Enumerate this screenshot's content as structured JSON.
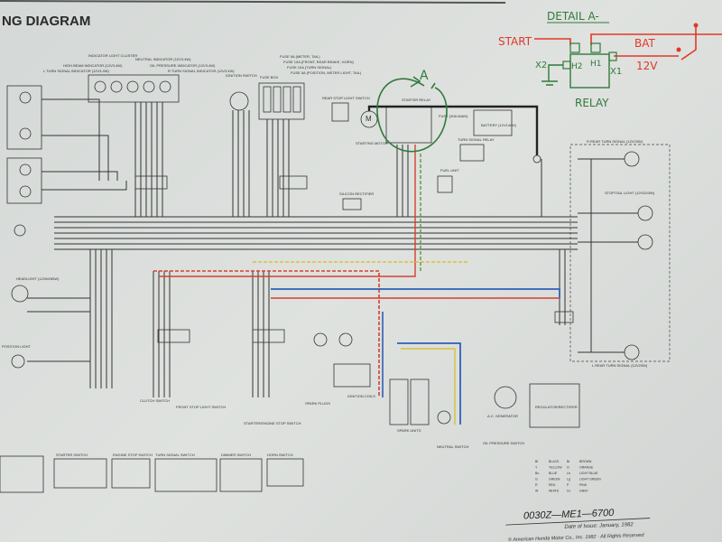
{
  "title": "NG DIAGRAM",
  "labels": {
    "indicator_cluster": "INDICATOR LIGHT CLUSTER",
    "high_beam": "HIGH BEAM INDICATOR (12V3.4W)",
    "neutral": "NEUTRAL INDICATOR (12V3.4W)",
    "oil_pressure": "OIL PRESSURE INDICATOR (12V3.4W)",
    "l_turn_ind": "L TURN SIGNAL INDICATOR (12V3.4W)",
    "r_turn_ind": "R TURN SIGNAL INDICATOR (12V3.4W)",
    "ignition_switch": "IGNITION SWITCH",
    "fuse_box": "FUSE BOX",
    "fuse_list_1": "FUSE 5A (METER, TAIL)",
    "fuse_list_2": "FUSE 10A (FRONT, REAR BRAKE, HORN)",
    "fuse_list_3": "FUSE 10A (TURN SIGNAL)",
    "fuse_list_4": "FUSE 5A (POSITION, METER LIGHT, TAIL)",
    "rear_stop_switch": "REAR STOP LIGHT SWITCH",
    "starter_relay": "STARTER RELAY",
    "fuse_main": "FUSE (30A MAIN)",
    "starting_motor": "STARTING MOTOR",
    "battery": "BATTERY (12V14AH)",
    "turn_signal_relay": "TURN SIGNAL RELAY",
    "fuel_unit": "FUEL UNIT",
    "silicon_rectifier": "SILICON RECTIFIER",
    "r_rear_turn": "R REAR TURN SIGNAL (12V23W)",
    "stop_tail": "STOP/TAIL LIGHT (12V32/3W)",
    "l_rear_turn": "L REAR TURN SIGNAL (12V23W)",
    "headlight": "HEADLIGHT (12V60/55W)",
    "position_light": "POSITION LIGHT",
    "spark_plugs": "SPARK PLUGS",
    "ignition_coils": "IGNITION COILS",
    "spark_units": "SPARK UNITS",
    "neutral_switch": "NEUTRAL SWITCH",
    "oil_pressure_switch": "OIL PRESSURE SWITCH",
    "ac_generator": "A.C. GENERATOR",
    "regulator": "REGULATOR/RECTIFIER",
    "clutch_switch": "CLUTCH SWITCH",
    "front_stop_switch": "FRONT STOP LIGHT SWITCH",
    "starter_engine_stop": "STARTER/ENGINE STOP SWITCH",
    "starter_switch": "STARTER SWITCH",
    "engine_stop_switch": "ENGINE STOP SWITCH",
    "turn_signal_switch": "TURN SIGNAL SWITCH",
    "dimmer_switch": "DIMMER SWITCH",
    "horn_switch": "HORN SWITCH",
    "m": "M"
  },
  "color_legend": [
    [
      "Bl",
      "BLACK",
      "Br",
      "BROWN"
    ],
    [
      "Y",
      "YELLOW",
      "O",
      "ORANGE"
    ],
    [
      "Bu",
      "BLUE",
      "Lb",
      "LIGHT BLUE"
    ],
    [
      "G",
      "GREEN",
      "Lg",
      "LIGHT GREEN"
    ],
    [
      "R",
      "RED",
      "P",
      "PINK"
    ],
    [
      "W",
      "WHITE",
      "Gr",
      "GRAY"
    ]
  ],
  "footer": {
    "part_number": "0030Z—ME1—6700",
    "date": "Date of Issue: January, 1982",
    "copyright": "© American Honda Motor Co., Inc. 1982 · All Rights Reserved"
  },
  "annotation": {
    "detail": "DETAIL A-",
    "start": "START",
    "bat": "BAT",
    "volt": "12V",
    "x2": "X2",
    "h2": "H2",
    "h1": "H1",
    "x1": "X1",
    "relay": "RELAY",
    "a": "A"
  },
  "colors": {
    "red_pen": "#e0382a",
    "green_pen": "#2f7a3a",
    "wire_red": "#d6402e",
    "wire_blue": "#2f5fb8",
    "wire_green": "#5a9a3a",
    "wire_yellow": "#d8c23a"
  }
}
